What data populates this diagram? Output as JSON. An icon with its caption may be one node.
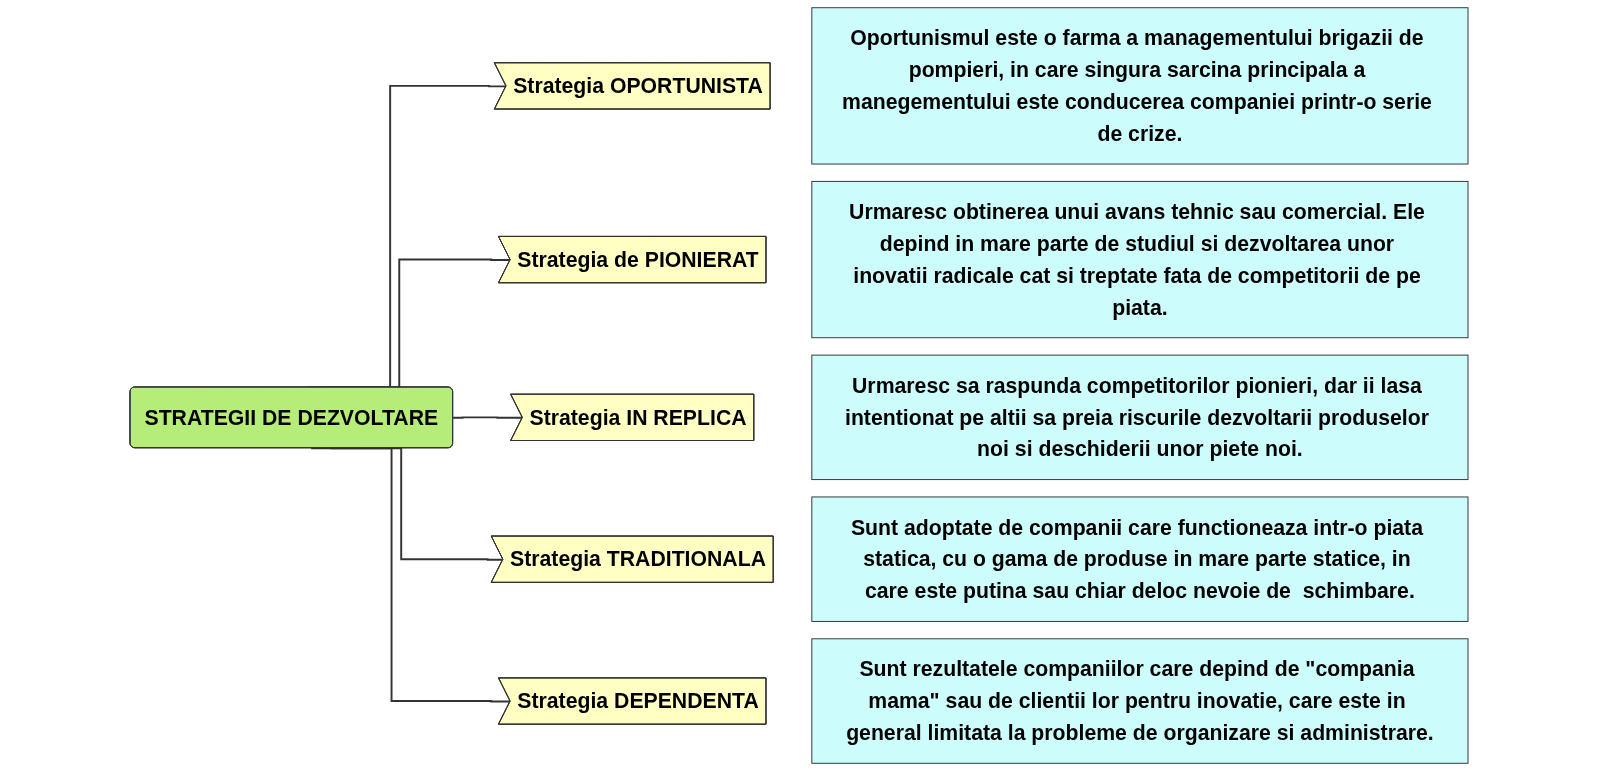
{
  "diagram": {
    "nodes": [
      {
        "text": [
          "STRATEGII DE DEZVOLTARE"
        ]
      },
      {
        "text": [
          "Strategia OPORTUNISTA"
        ]
      },
      {
        "text": [
          "Oportunismul este o farma a managementului brigazii de pompieri, in care singura sarcina principala a manegementului este conducerea companiei printr-o serie de crize."
        ]
      },
      {
        "text": [
          "Strategia de PIONIERAT"
        ]
      },
      {
        "text": [
          "Urmaresc obtinerea unui avans tehnic sau comercial. Ele depind in mare parte de studiul si dezvoltarea unor inovatii radicale cat si treptate fata de competitorii de pe piata."
        ]
      },
      {
        "text": [
          "Strategia IN REPLICA"
        ]
      },
      {
        "text": [
          "Urmaresc sa raspunda competitorilor pionieri, dar ii lasa intentionat pe altii sa preia riscurile dezvoltarii produselor noi si deschiderii unor piete noi."
        ]
      },
      {
        "text": [
          "Strategia TRADITIONALA"
        ]
      },
      {
        "text": [
          "Sunt adoptate de companii care functioneaza intr-o piata statica, cu o gama de produse in mare parte statice, in care este putina sau chiar deloc nevoie de  schimbare."
        ]
      },
      {
        "text": [
          "Strategia DEPENDENTA"
        ]
      },
      {
        "text": [
          "Sunt rezultatele companiilor care depind de \"compania mama\" sau de clientii lor pentru inovatie, care este in general limitata la probleme de organizare si administrare."
        ]
      }
    ],
    "edges": [
      {
        "from": 0,
        "to": 1,
        "arrow": "none"
      },
      {
        "from": 0,
        "to": 3,
        "arrow": "none"
      },
      {
        "from": 0,
        "to": 5,
        "arrow": "none"
      },
      {
        "from": 0,
        "to": 7,
        "arrow": "none"
      },
      {
        "from": 0,
        "to": 9,
        "arrow": "none"
      }
    ]
  }
}
